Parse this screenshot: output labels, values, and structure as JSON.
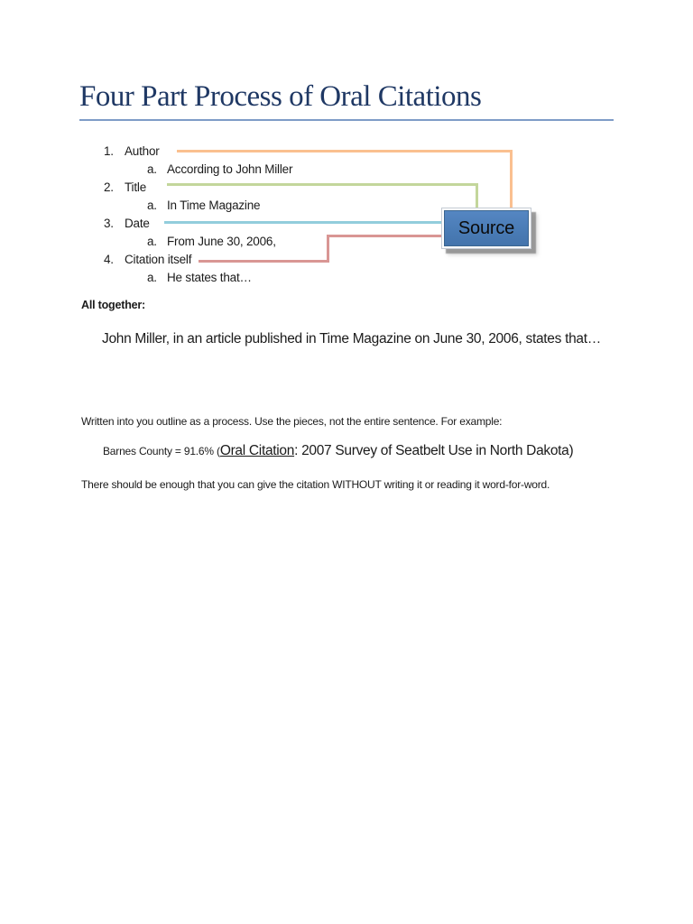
{
  "page": {
    "title": "Four Part Process of Oral Citations"
  },
  "diagram": {
    "list": [
      {
        "number": "1.",
        "label": "Author",
        "sub_marker": "a.",
        "sub_label": "According to John Miller"
      },
      {
        "number": "2.",
        "label": "Title",
        "sub_marker": "a.",
        "sub_label": "In Time Magazine"
      },
      {
        "number": "3.",
        "label": "Date",
        "sub_marker": "a.",
        "sub_label": "From June 30, 2006,"
      },
      {
        "number": "4.",
        "label": "Citation itself",
        "sub_marker": "a.",
        "sub_label": "He states that…"
      }
    ],
    "source_box": {
      "label": "Source",
      "fill_color": "#4A7CB6",
      "shadow_color": "#808080"
    },
    "connector_colors": {
      "author": "#FAC090",
      "title": "#C3D69B",
      "date": "#92CDDC",
      "citation": "#D99694"
    }
  },
  "body": {
    "all_together_label": "All together:",
    "combined_sentence": "John Miller, in an article published in Time Magazine on June 30, 2006, states that…",
    "outline_note": "Written into you outline as a process. Use the pieces, not the entire sentence. For example:",
    "example": {
      "prefix": "Barnes County = 91.6% (",
      "underlined": "Oral Citation",
      "suffix": ": 2007 Survey of Seatbelt Use in North Dakota)"
    },
    "closing_note": "There should be enough that you can give the citation WITHOUT writing it or reading it word-for-word."
  },
  "theme": {
    "title_color": "#1F3864",
    "title_rule_color": "#7E9CC7",
    "text_color": "#1B1B1B",
    "page_background": "#FFFFFF"
  }
}
